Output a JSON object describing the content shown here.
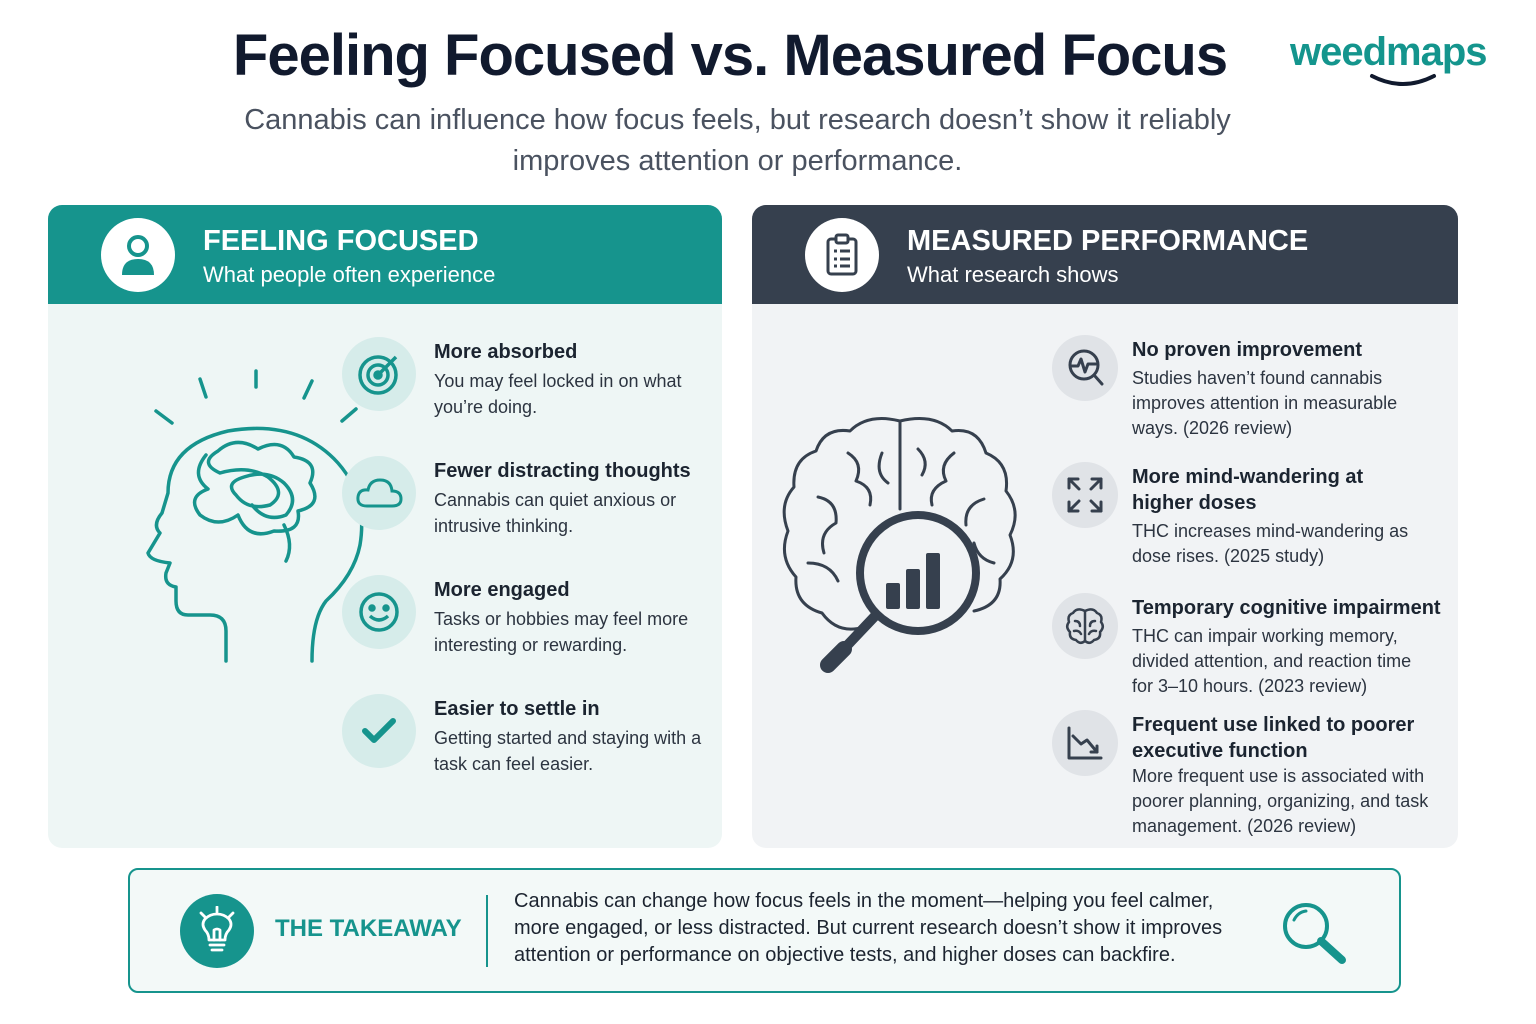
{
  "header": {
    "title": "Feeling Focused vs. Measured Focus",
    "subtitle": "Cannabis can influence how focus feels, but research doesn’t show it reliably improves attention or performance.",
    "logo": "weedmaps"
  },
  "colors": {
    "teal": "#16948d",
    "slate": "#36404e",
    "teal_bg": "#eef6f5",
    "gray_bg": "#f1f3f5"
  },
  "left_panel": {
    "title": "FEELING FOCUSED",
    "subtitle": "What people often experience",
    "header_icon": "person-icon",
    "illustration": "head-with-tangled-thoughts",
    "items": [
      {
        "icon": "target-icon",
        "title": "More absorbed",
        "desc": "You may feel locked in on what you’re doing."
      },
      {
        "icon": "cloud-icon",
        "title": "Fewer distracting thoughts",
        "desc": "Cannabis can quiet anxious or intrusive thinking."
      },
      {
        "icon": "smiley-icon",
        "title": "More engaged",
        "desc": "Tasks or hobbies may feel more interesting or rewarding."
      },
      {
        "icon": "checkmark-icon",
        "title": "Easier to settle in",
        "desc": "Getting started and staying with a task can feel easier."
      }
    ]
  },
  "right_panel": {
    "title": "MEASURED PERFORMANCE",
    "subtitle": "What research shows",
    "header_icon": "clipboard-icon",
    "illustration": "brain-with-magnifier-chart",
    "items": [
      {
        "icon": "magnifier-pulse-icon",
        "title": "No proven improvement",
        "desc": "Studies haven’t found cannabis improves attention in measurable ways. (2026 review)"
      },
      {
        "icon": "expand-arrows-icon",
        "title": "More mind-wandering at higher doses",
        "desc": "THC increases mind-wandering as dose rises. (2025 study)"
      },
      {
        "icon": "brain-icon",
        "title": "Temporary cognitive impairment",
        "desc": "THC can impair working memory, divided attention, and reaction time for 3–10 hours. (2023 review)"
      },
      {
        "icon": "declining-chart-icon",
        "title": "Frequent use linked to poorer executive function",
        "desc": "More frequent use is associated with poorer planning, organizing, and task management. (2026 review)"
      }
    ]
  },
  "takeaway": {
    "label": "THE TAKEAWAY",
    "icon": "lightbulb-icon",
    "text": "Cannabis can change how focus feels in the moment—helping you feel calmer, more engaged, or less distracted. But current research doesn’t show it improves attention or performance on objective tests, and higher doses can backfire.",
    "end_icon": "magnifier-icon"
  }
}
